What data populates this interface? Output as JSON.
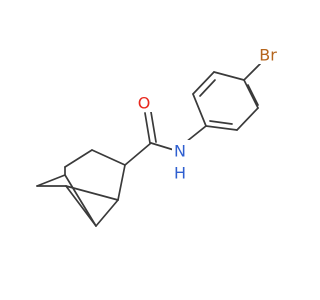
{
  "molecule": {
    "atoms": [
      {
        "id": "Br",
        "label": "Br",
        "color": "#b5651d"
      },
      {
        "id": "O",
        "label": "O",
        "color": "#e8281e"
      },
      {
        "id": "N",
        "label": "N",
        "color": "#2f5fd0"
      },
      {
        "id": "H",
        "label": "H",
        "color": "#2f5fd0"
      }
    ],
    "bond_color": "#3a3a3a"
  }
}
